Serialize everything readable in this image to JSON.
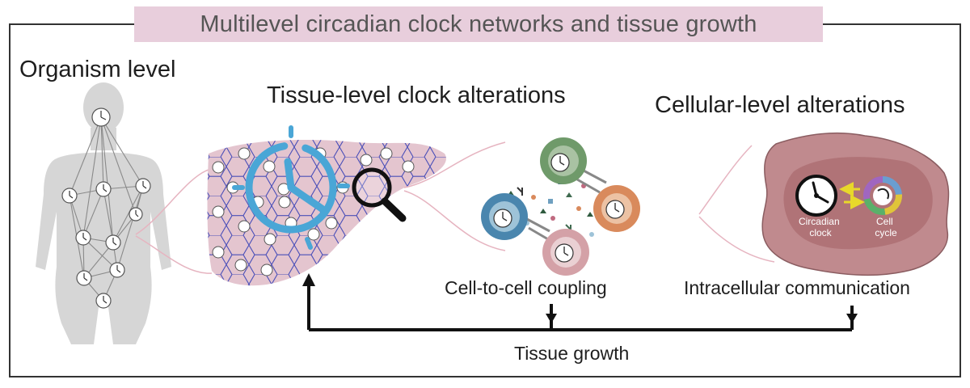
{
  "title": "Multilevel circadian clock networks and tissue growth",
  "levels": {
    "organism": "Organism level",
    "tissue": "Tissue-level clock alterations",
    "cellular": "Cellular-level alterations"
  },
  "labels": {
    "coupling": "Cell-to-cell coupling",
    "intracellular": "Intracellular communication",
    "tissue_growth": "Tissue growth",
    "circadian_clock": "Circadian clock",
    "cell_cycle": "Cell cycle"
  },
  "colors": {
    "frame": "#333333",
    "title_bg": "#e8cedc",
    "body": "#d6d6d6",
    "liver": "#e4c5cf",
    "hex_grid": "#4a4fb8",
    "big_clock": "#4aa6d6",
    "cell_green": "#6f9a6a",
    "cell_orange": "#d98a5c",
    "cell_blue": "#4a86ae",
    "cell_pink": "#d4a1a7",
    "cell_big": "#c08a8e",
    "nucleus": "#b07377",
    "arrow_yellow": "#e8d82a",
    "connector": "#e6b4c0"
  }
}
